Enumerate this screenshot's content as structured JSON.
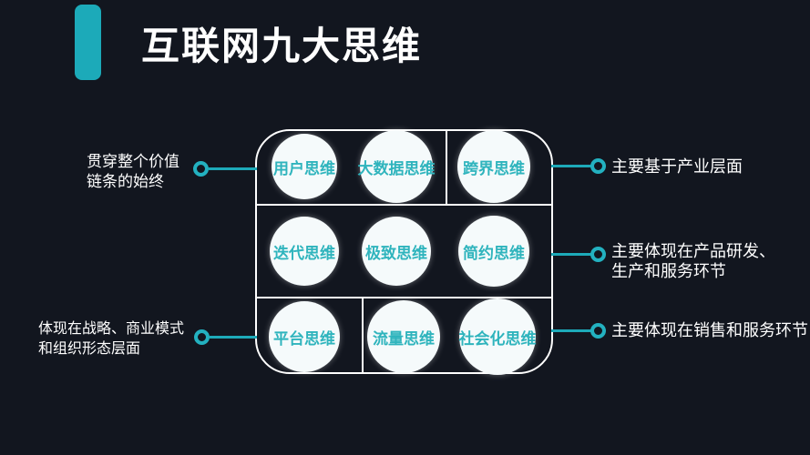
{
  "title": "互联网九大思维",
  "colors": {
    "background": "#12161f",
    "accent_teal": "#1caab9",
    "circle_fill": "#f5fafb",
    "circle_text": "#2fb4bd",
    "text_white": "#ffffff"
  },
  "circles": [
    {
      "label": "用户思维"
    },
    {
      "label": "大数据思维"
    },
    {
      "label": "跨界思维"
    },
    {
      "label": "迭代思维"
    },
    {
      "label": "极致思维"
    },
    {
      "label": "简约思维"
    },
    {
      "label": "平台思维"
    },
    {
      "label": "流量思维"
    },
    {
      "label": "社会化思维"
    }
  ],
  "annotations": {
    "left": [
      {
        "lines": [
          "贯穿整个价值",
          "链条的始终"
        ]
      },
      {
        "lines": [
          "体现在战略、商业模式",
          "和组织形态层面"
        ]
      }
    ],
    "right": [
      {
        "lines": [
          "主要基于产业层面"
        ]
      },
      {
        "lines": [
          "主要体现在产品研发、",
          "生产和服务环节"
        ]
      },
      {
        "lines": [
          "主要体现在销售和服务环节"
        ]
      }
    ]
  }
}
